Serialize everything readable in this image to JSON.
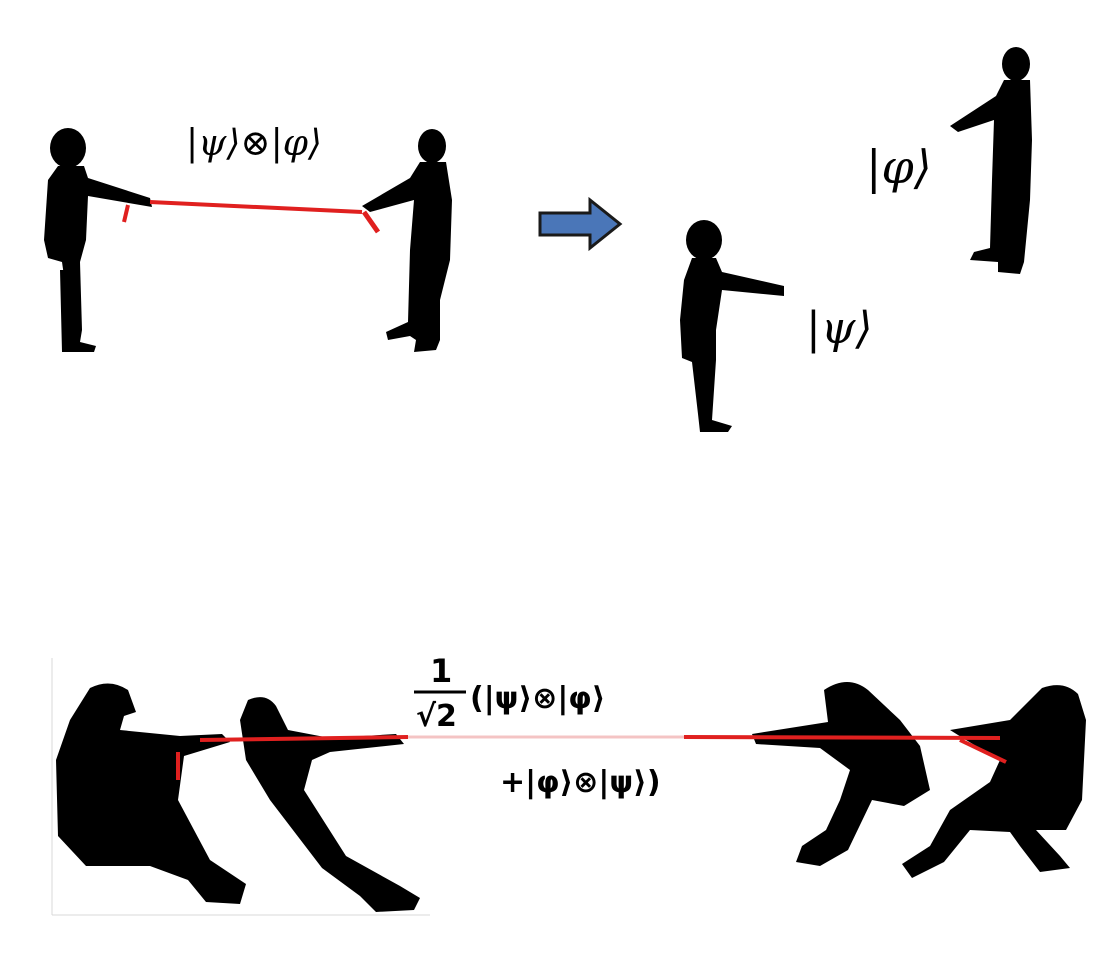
{
  "top_panel": {
    "product_state_label": "|ψ⟩⊗|φ⟩",
    "right_state_label": "|φ⟩",
    "left_state_label": "|ψ⟩"
  },
  "bottom_panel": {
    "coefficient_numerator": "1",
    "coefficient_denominator": "√2",
    "term_one": "(|ψ⟩⊗|φ⟩",
    "term_two": "+|φ⟩⊗|ψ⟩)"
  },
  "colors": {
    "rope": "#e0201f",
    "rope_faded": "#f4c4c4",
    "arrow_fill": "#4a76b8",
    "arrow_stroke": "#1a1a1a",
    "silhouette": "#000000"
  },
  "icons": {
    "transition_arrow": "right-arrow-icon"
  }
}
